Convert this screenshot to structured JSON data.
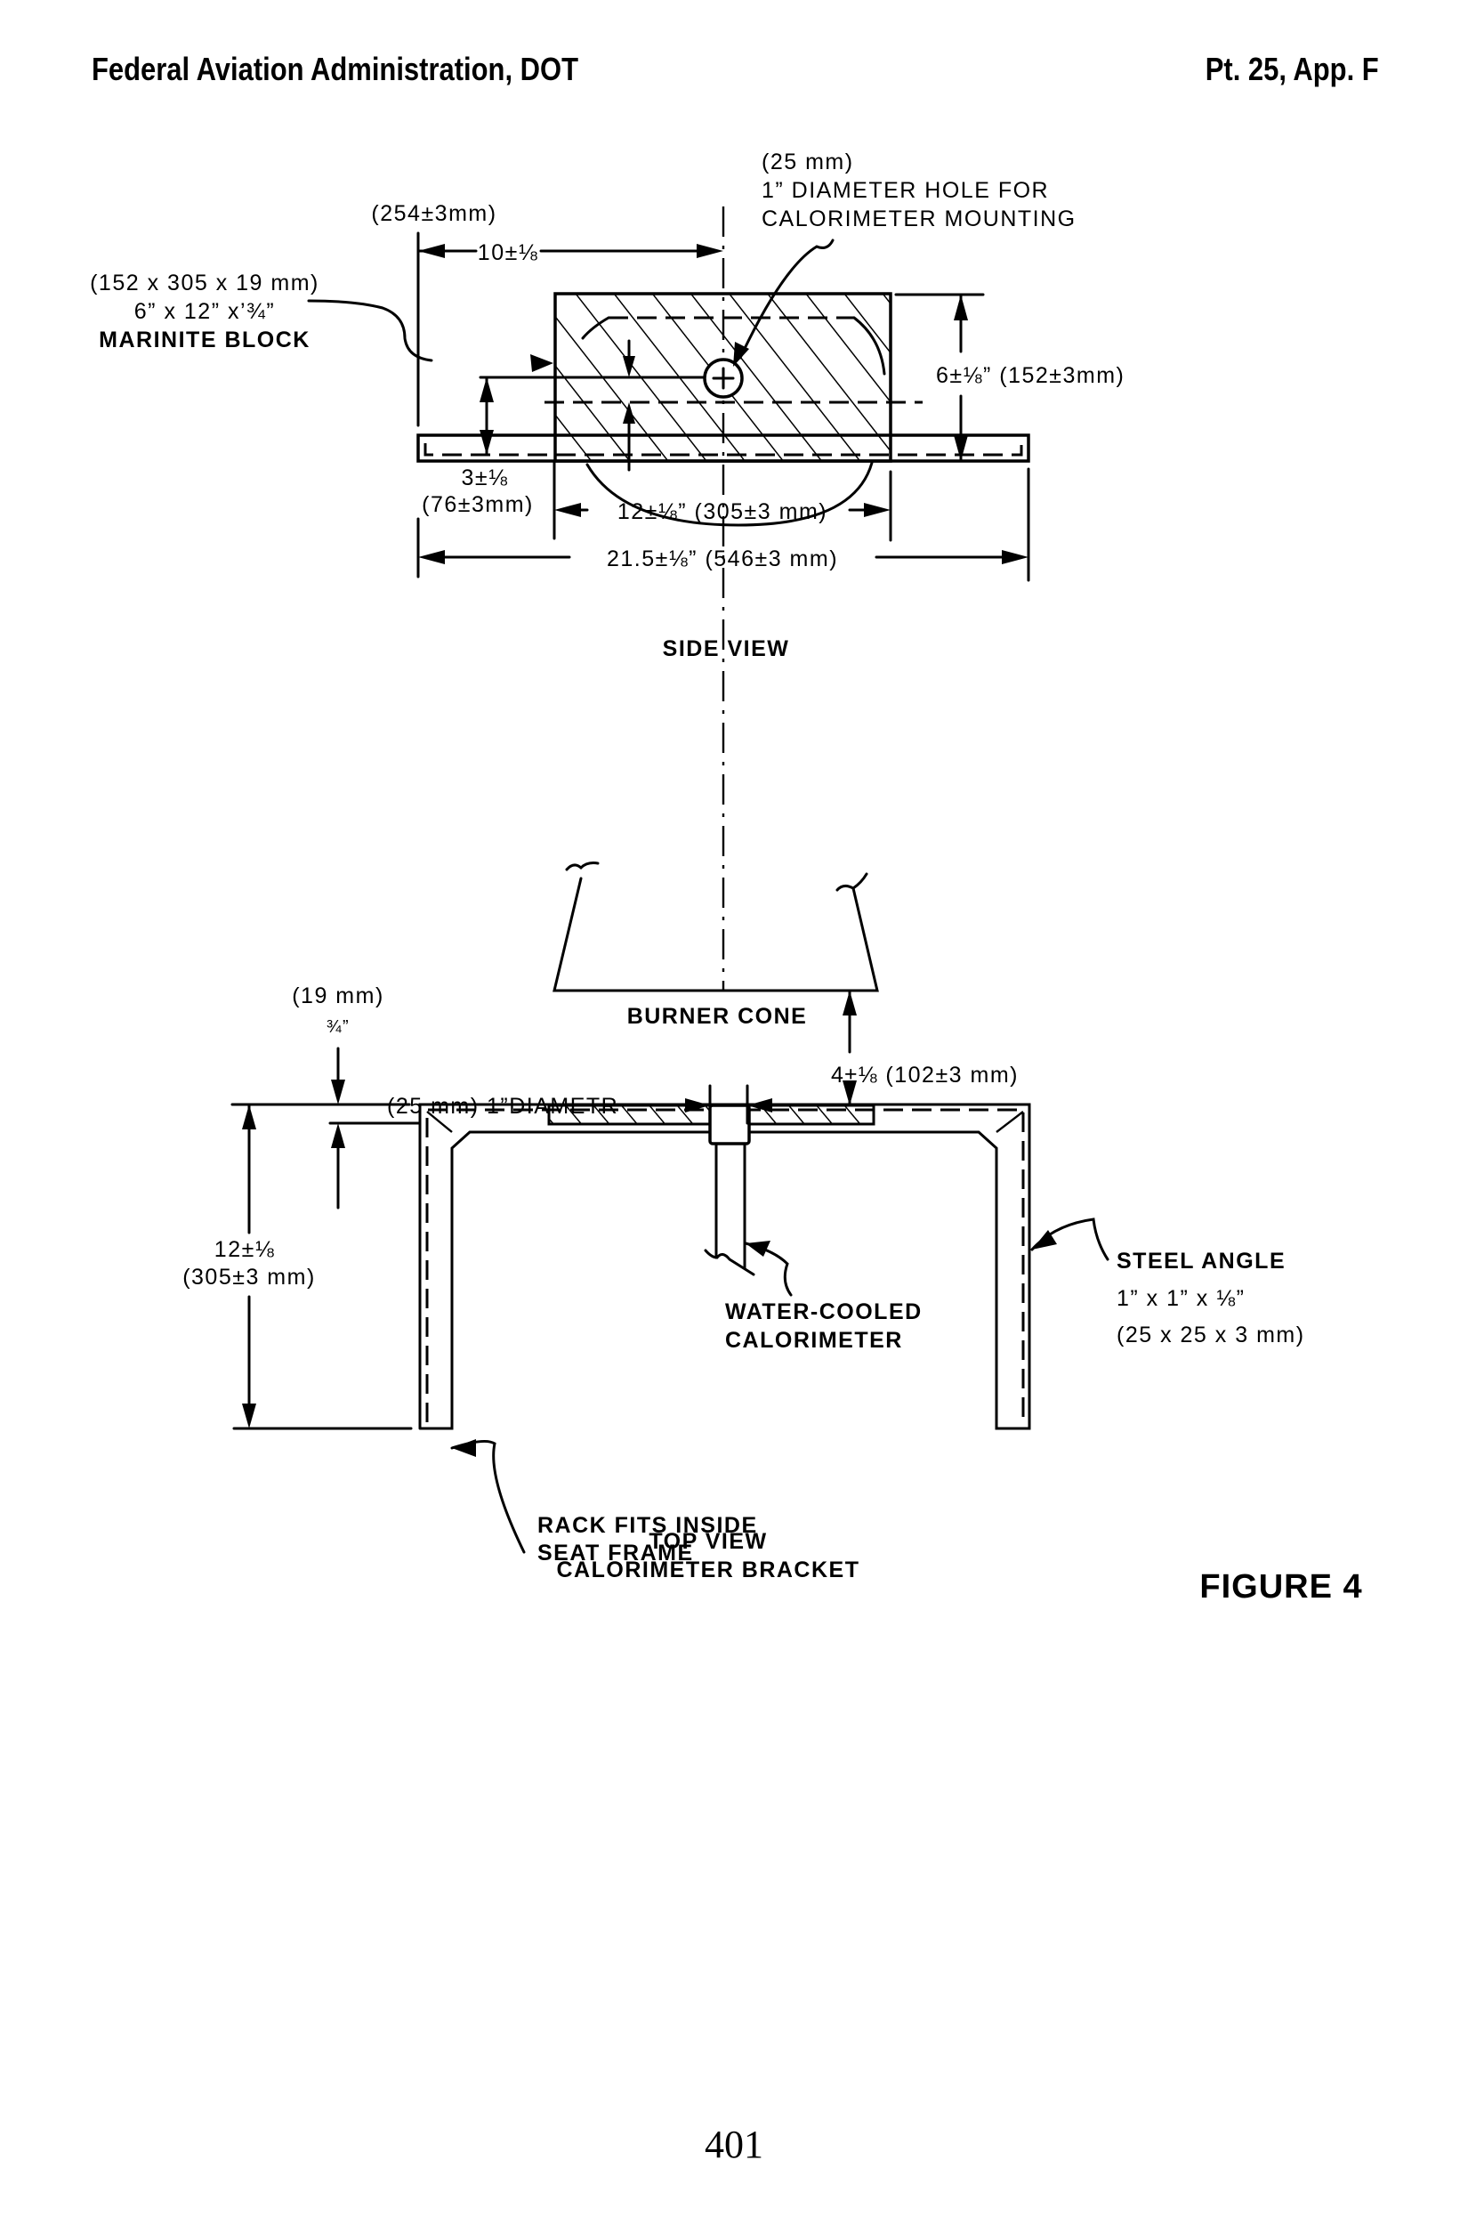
{
  "header": {
    "left": "Federal Aviation Administration, DOT",
    "right": "Pt. 25, App. F"
  },
  "side_view": {
    "hole_note": [
      "(25 mm)",
      "1” DIAMETER HOLE FOR",
      "CALORIMETER MOUNTING"
    ],
    "block_note": [
      "(152 x 305 x 19 mm)",
      "6” x 12” x’¾”",
      "MARINITE BLOCK"
    ],
    "dim_10": {
      "mm": "(254±3mm)",
      "inch": "10±⅛"
    },
    "dim_6": "6±⅛” (152±3mm)",
    "dim_3": {
      "inch": "3±⅛",
      "mm": "(76±3mm)"
    },
    "dim_12": "12±⅛” (305±3 mm)",
    "dim_21": "21.5±⅛”  (546±3 mm)",
    "title": "SIDE VIEW"
  },
  "burner": {
    "label": "BURNER CONE",
    "dim_4": "4±⅛  (102±3 mm)"
  },
  "top_view": {
    "dim_19": {
      "mm": "(19 mm)",
      "inch": "¾”"
    },
    "diameter_note": "(25 mm) 1”DIAMETR",
    "dim_12_vertical": {
      "inch": "12±⅛",
      "mm": "(305±3 mm)"
    },
    "steel_angle": [
      "STEEL ANGLE",
      "1” x 1” x ⅛”",
      "(25 x 25 x 3 mm)"
    ],
    "calorimeter": [
      "WATER-COOLED",
      "CALORIMETER"
    ],
    "rack": [
      "RACK FITS INSIDE",
      "SEAT FRAME"
    ],
    "title": [
      "TOP VIEW",
      "CALORIMETER BRACKET"
    ]
  },
  "figure_label": "FIGURE 4",
  "page_number": "401"
}
